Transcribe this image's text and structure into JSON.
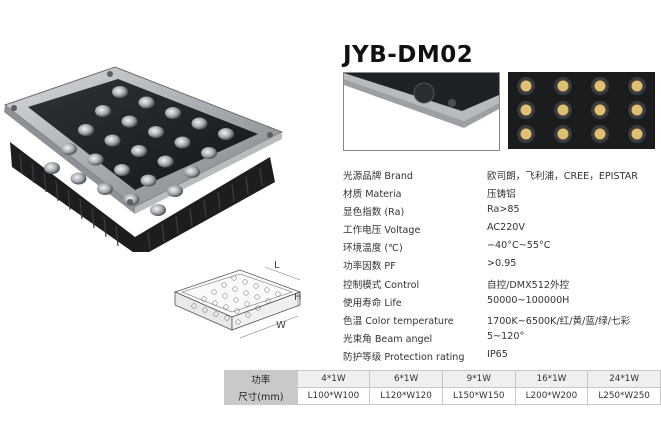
{
  "product": {
    "model": "JYB-DM02"
  },
  "specs": [
    {
      "label": "光源品牌 Brand",
      "value": "欧司朗，飞利浦，CREE，EPISTAR"
    },
    {
      "label": "材质 Materia",
      "value": "压铸铝"
    },
    {
      "label": "显色指数 (Ra)",
      "value": "Ra>85"
    },
    {
      "label": "工作电压 Voltage",
      "value": "AC220V"
    },
    {
      "label": "环境温度 (℃)",
      "value": "−40°C~55°C"
    },
    {
      "label": "功率因数 PF",
      "value": ">0.95"
    },
    {
      "label": "控制模式 Control",
      "value": "自控/DMX512外控"
    },
    {
      "label": "使用寿命 Life",
      "value": "50000~100000H"
    },
    {
      "label": "色温 Color temperature",
      "value": "1700K~6500K/红/黄/蓝/绿/七彩"
    },
    {
      "label": "光束角 Beam angel",
      "value": "5~120°"
    },
    {
      "label": "防护等级 Protection rating",
      "value": "IP65"
    }
  ],
  "drawing": {
    "length_label": "L",
    "height_label": "H",
    "width_label": "W"
  },
  "table": {
    "row1_header": "功率",
    "row2_header": "尺寸(mm)",
    "power": [
      "4*1W",
      "6*1W",
      "9*1W",
      "16*1W",
      "24*1W"
    ],
    "size": [
      "L100*W100",
      "L120*W120",
      "L150*W150",
      "L200*W200",
      "L250*W250"
    ]
  }
}
